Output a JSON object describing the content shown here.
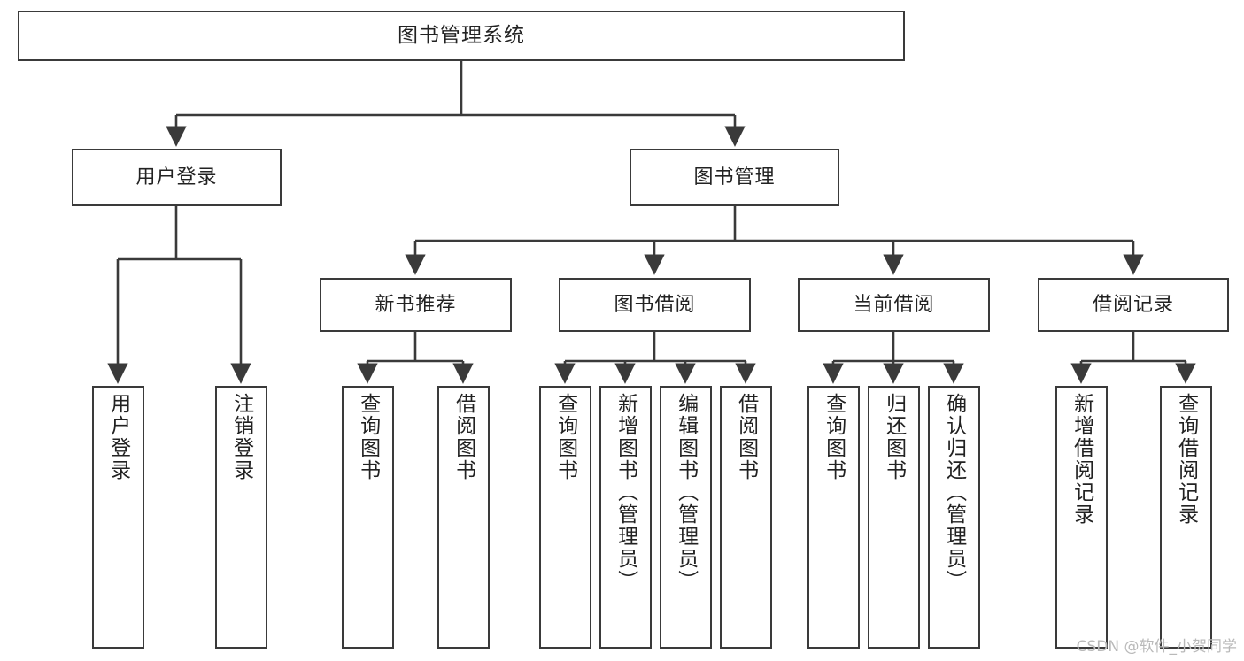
{
  "diagram": {
    "title": "图书管理系统",
    "type": "tree",
    "watermark": "CSDN @软件_小贺同学",
    "colors": {
      "border": "#3a3a3a",
      "background": "#ffffff",
      "text": "#222222",
      "edge": "#3a3a3a",
      "watermark": "#b9b9b9"
    },
    "levels": {
      "root": {
        "label": "图书管理系统"
      },
      "level2": [
        {
          "id": "user-login",
          "label": "用户登录"
        },
        {
          "id": "book-management",
          "label": "图书管理"
        }
      ],
      "level3": [
        {
          "id": "new-book-recommend",
          "label": "新书推荐"
        },
        {
          "id": "book-borrow",
          "label": "图书借阅"
        },
        {
          "id": "current-borrow",
          "label": "当前借阅"
        },
        {
          "id": "borrow-record",
          "label": "借阅记录"
        }
      ],
      "leaves": {
        "user-login": [
          {
            "id": "leaf-user-login",
            "label": "用户登录"
          },
          {
            "id": "leaf-logout-login",
            "label": "注销登录"
          }
        ],
        "new-book-recommend": [
          {
            "id": "leaf-query-book-1",
            "label": "查询图书"
          },
          {
            "id": "leaf-borrow-book-1",
            "label": "借阅图书"
          }
        ],
        "book-borrow": [
          {
            "id": "leaf-query-book-2",
            "label": "查询图书"
          },
          {
            "id": "leaf-add-book",
            "label": "新增图书（管理员）"
          },
          {
            "id": "leaf-edit-book",
            "label": "编辑图书（管理员）"
          },
          {
            "id": "leaf-borrow-book-2",
            "label": "借阅图书"
          }
        ],
        "current-borrow": [
          {
            "id": "leaf-query-book-3",
            "label": "查询图书"
          },
          {
            "id": "leaf-return-book",
            "label": "归还图书"
          },
          {
            "id": "leaf-confirm-return",
            "label": "确认归还（管理员）"
          }
        ],
        "borrow-record": [
          {
            "id": "leaf-add-record",
            "label": "新增借阅记录"
          },
          {
            "id": "leaf-query-record",
            "label": "查询借阅记录"
          }
        ]
      }
    }
  }
}
